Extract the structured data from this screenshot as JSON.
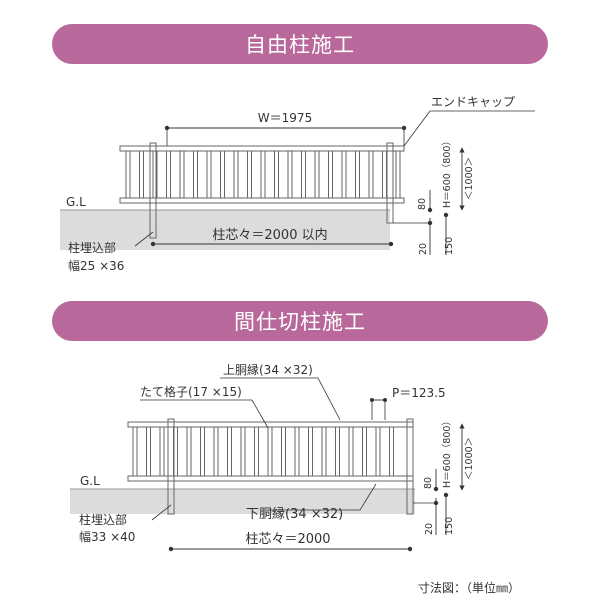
{
  "section1": {
    "title": "自由柱施工",
    "width_label": "W＝1975",
    "end_cap": "エンドキャップ",
    "gl": "G.L",
    "post_pitch": "柱芯々＝2000 以内",
    "embed_label": "柱埋込部",
    "embed_size": "幅25 ×36",
    "gap_80": "80",
    "depth_150": "150",
    "gap_20": "20",
    "height_label": "H＝600（800）",
    "height_alt": "＜1000＞"
  },
  "section2": {
    "title": "間仕切柱施工",
    "top_rail": "上胴縁(34 ×32)",
    "picket": "たて格子(17 ×15)",
    "pitch": "P＝123.5",
    "gl": "G.L",
    "bottom_rail": "下胴縁(34 ×32)",
    "embed_label": "柱埋込部",
    "embed_size": "幅33 ×40",
    "post_pitch": "柱芯々＝2000",
    "gap_80": "80",
    "depth_150": "150",
    "gap_20": "20",
    "height_label": "H＝600（800）",
    "height_alt": "＜1000＞"
  },
  "footnote": "寸法図：（単位㎜）"
}
